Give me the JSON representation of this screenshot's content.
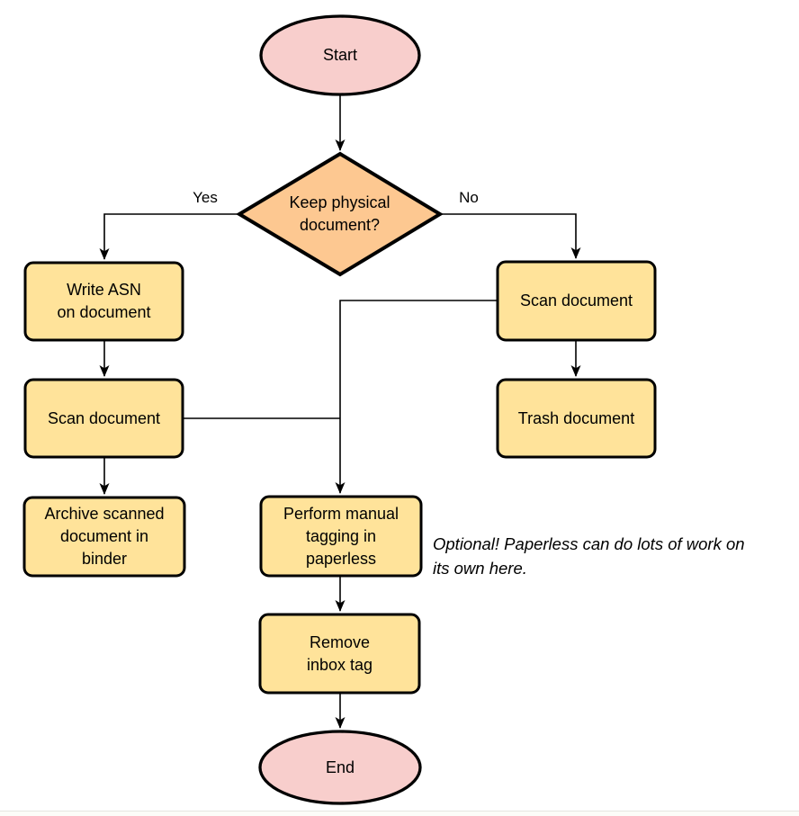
{
  "colors": {
    "terminal_fill": "#F8CECC",
    "decision_fill": "#FDC891",
    "process_fill": "#FFE39A",
    "stroke": "#000000"
  },
  "nodes": {
    "start": {
      "type": "terminal",
      "label": "Start"
    },
    "decision": {
      "type": "decision",
      "label": "Keep physical\ndocument?"
    },
    "write_asn": {
      "type": "process",
      "label": "Write ASN\non document"
    },
    "scan_left": {
      "type": "process",
      "label": "Scan document"
    },
    "archive": {
      "type": "process",
      "label": "Archive scanned\ndocument in\nbinder"
    },
    "scan_right": {
      "type": "process",
      "label": "Scan document"
    },
    "trash": {
      "type": "process",
      "label": "Trash document"
    },
    "tagging": {
      "type": "process",
      "label": "Perform manual\ntagging in\npaperless"
    },
    "remove_inbox": {
      "type": "process",
      "label": "Remove\ninbox tag"
    },
    "end": {
      "type": "terminal",
      "label": "End"
    }
  },
  "edge_labels": {
    "yes": "Yes",
    "no": "No"
  },
  "note": {
    "text": "Optional! Paperless can do lots of work on\nits own here."
  }
}
